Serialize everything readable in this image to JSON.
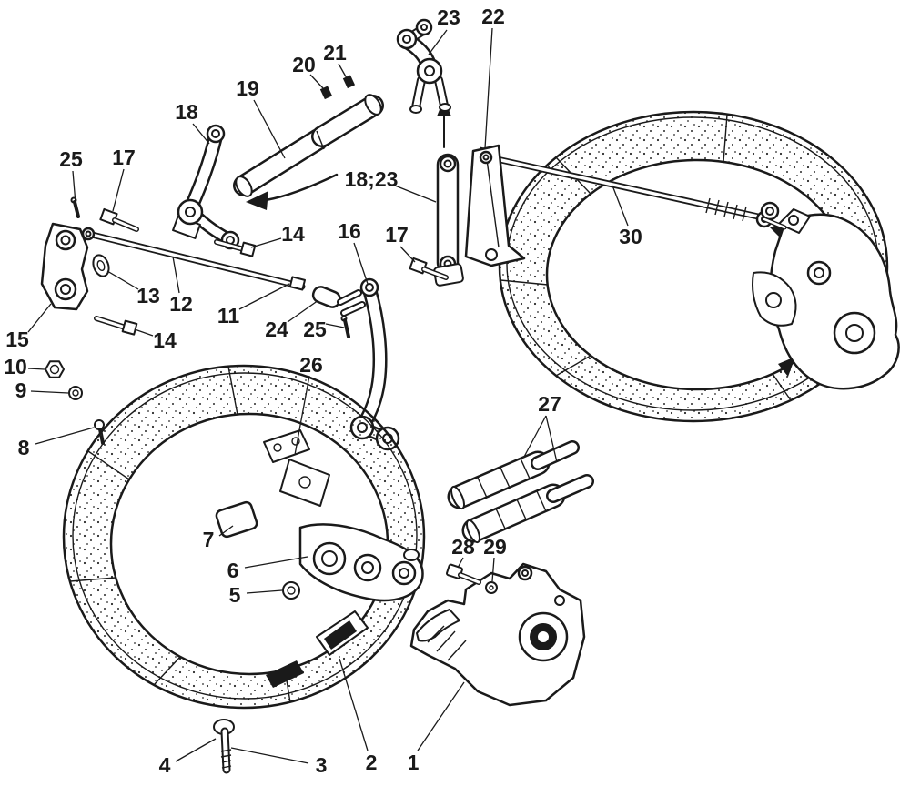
{
  "colors": {
    "ink": "#1a1a1a",
    "paper": "#ffffff"
  },
  "callouts": [
    {
      "label": "23"
    },
    {
      "label": "22"
    },
    {
      "label": "20"
    },
    {
      "label": "21"
    },
    {
      "label": "19"
    },
    {
      "label": "18"
    },
    {
      "label": "25"
    },
    {
      "label": "17"
    },
    {
      "label": "18;23"
    },
    {
      "label": "16"
    },
    {
      "label": "17"
    },
    {
      "label": "14"
    },
    {
      "label": "13"
    },
    {
      "label": "12"
    },
    {
      "label": "11"
    },
    {
      "label": "24"
    },
    {
      "label": "25"
    },
    {
      "label": "15"
    },
    {
      "label": "14"
    },
    {
      "label": "10"
    },
    {
      "label": "9"
    },
    {
      "label": "8"
    },
    {
      "label": "26"
    },
    {
      "label": "30"
    },
    {
      "label": "27"
    },
    {
      "label": "7"
    },
    {
      "label": "6"
    },
    {
      "label": "5"
    },
    {
      "label": "28"
    },
    {
      "label": "29"
    },
    {
      "label": "4"
    },
    {
      "label": "3"
    },
    {
      "label": "2"
    },
    {
      "label": "1"
    }
  ]
}
